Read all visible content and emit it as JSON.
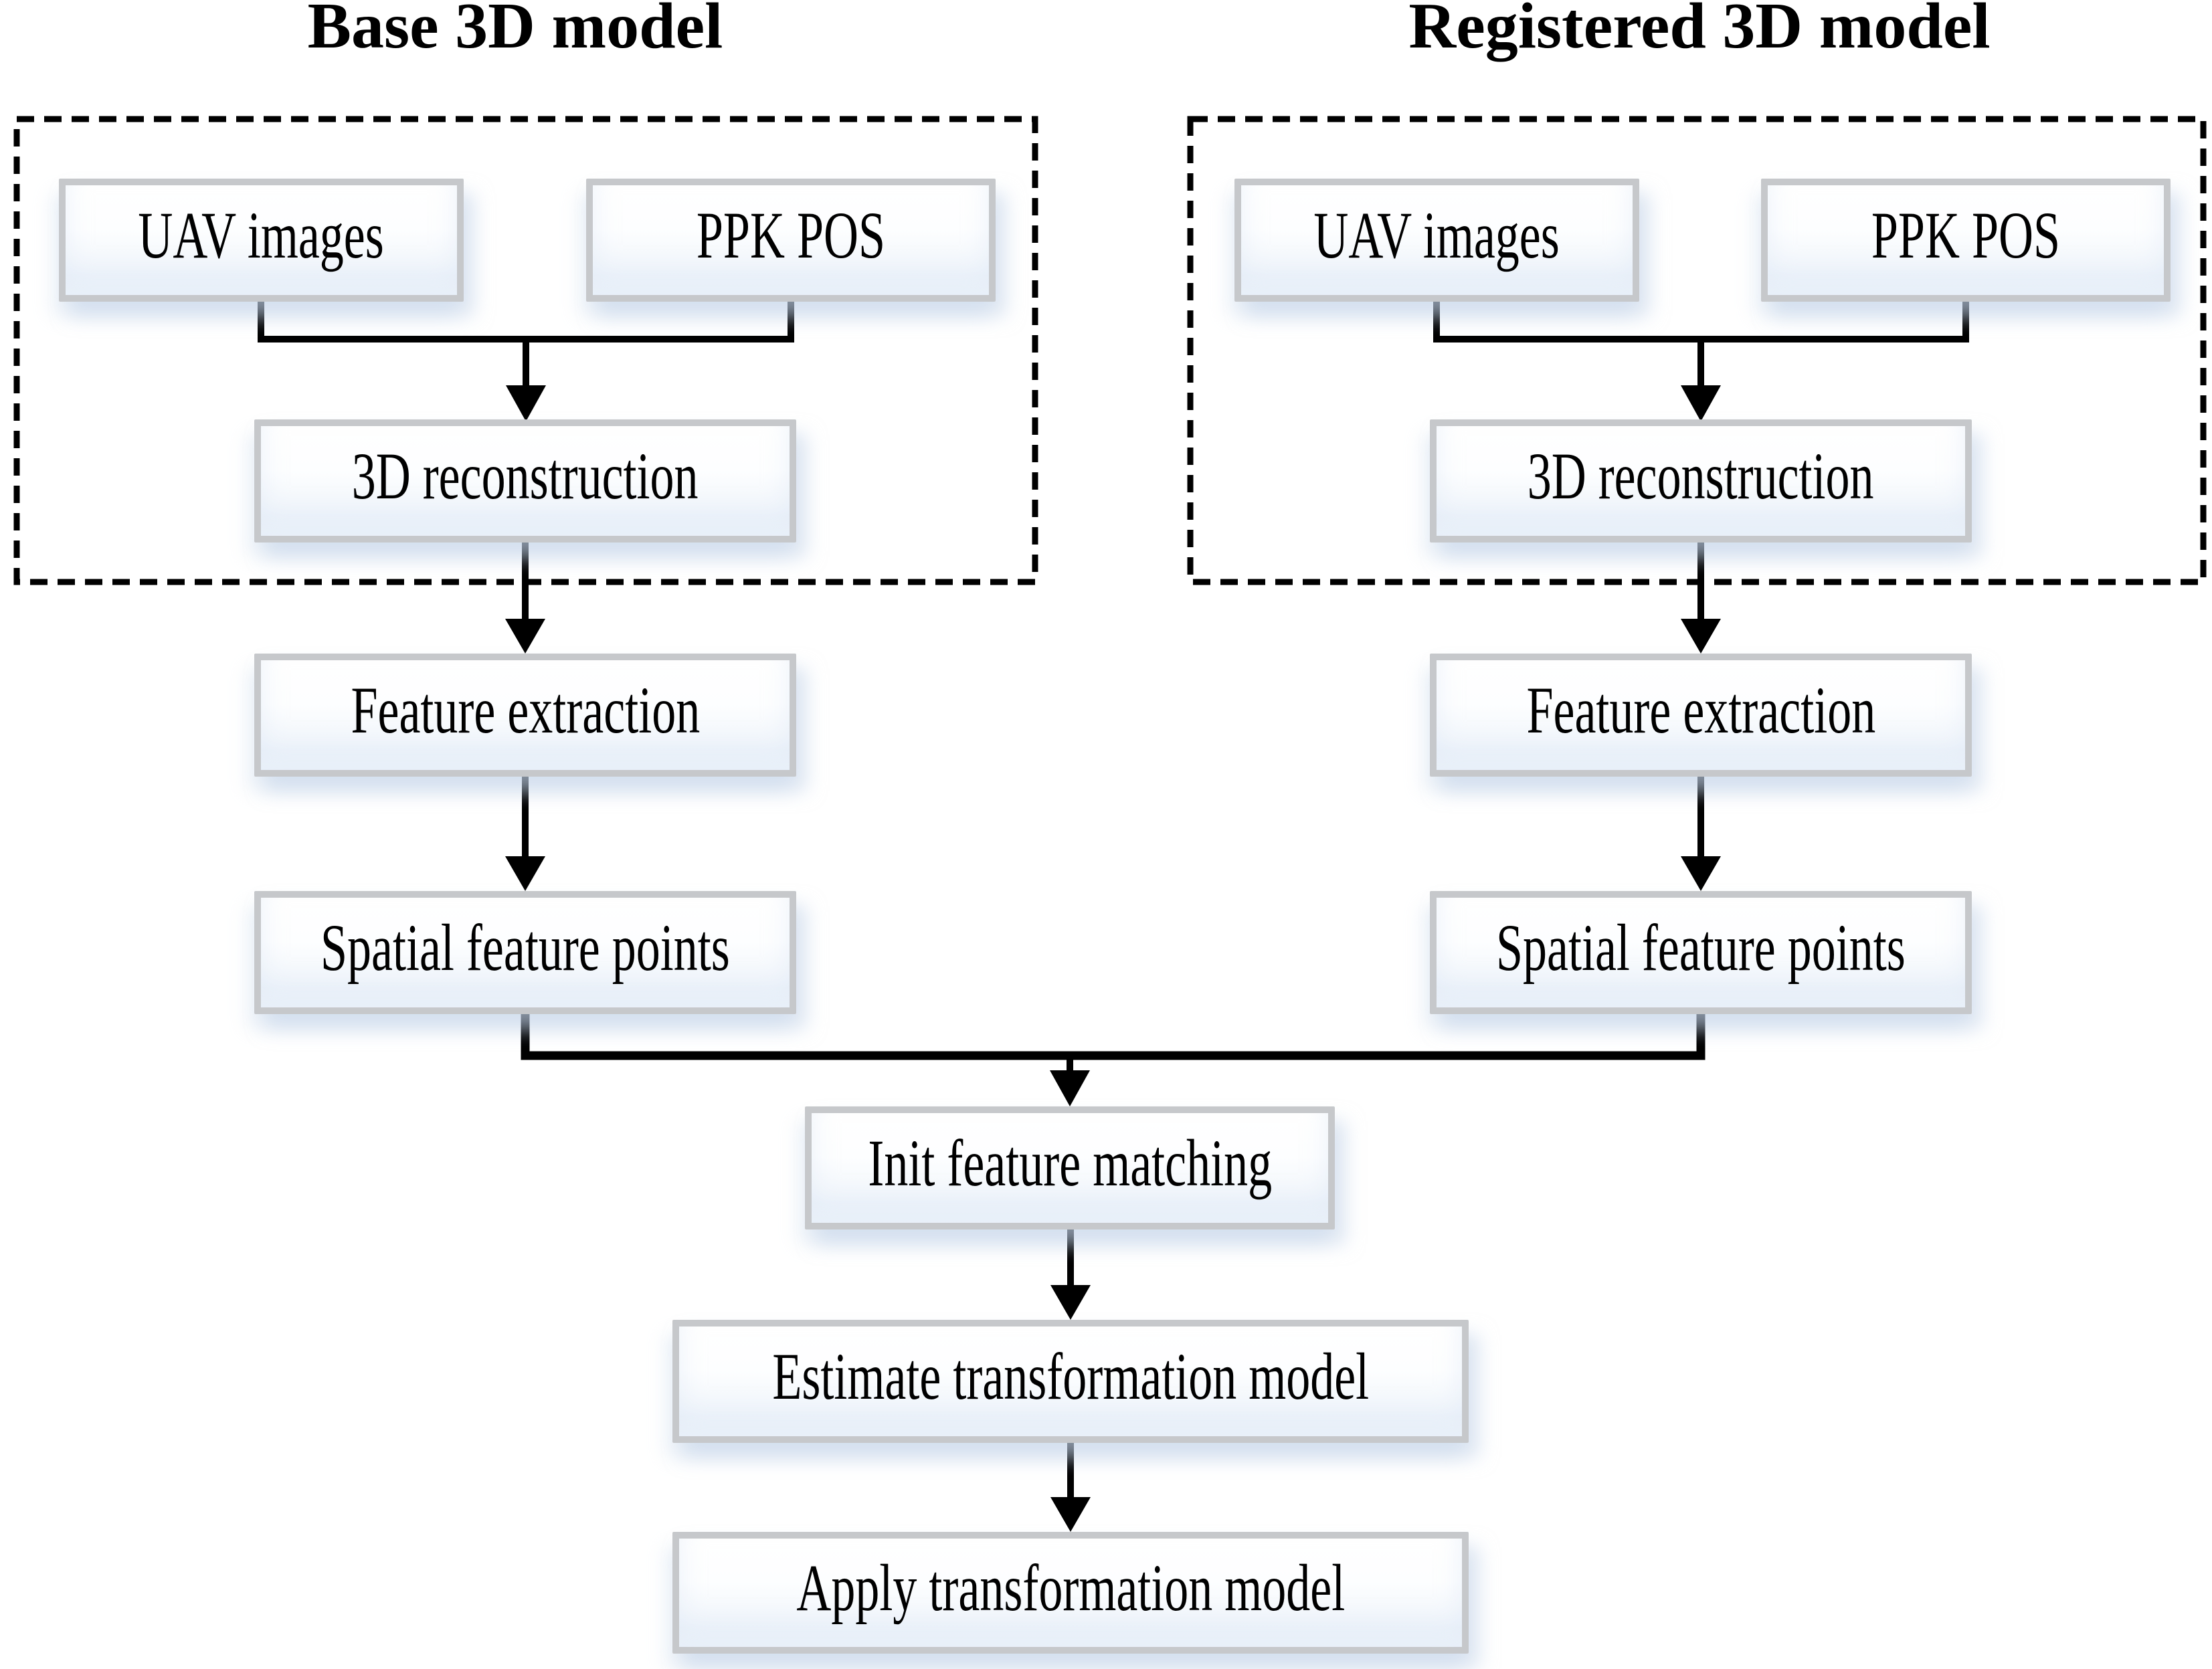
{
  "left_group": {
    "title": "Base 3D model",
    "uav_images": "UAV images",
    "ppk_pos": "PPK POS",
    "reconstruction": "3D reconstruction",
    "feature_extraction": "Feature extraction",
    "spatial_points": "Spatial feature points"
  },
  "right_group": {
    "title": "Registered 3D model",
    "uav_images": "UAV images",
    "ppk_pos": "PPK POS",
    "reconstruction": "3D reconstruction",
    "feature_extraction": "Feature extraction",
    "spatial_points": "Spatial feature points"
  },
  "merge_flow": {
    "init_matching": "Init feature matching",
    "estimate_model": "Estimate transformation model",
    "apply_model": "Apply transformation model"
  },
  "colors": {
    "background": "#ffffff",
    "text": "#000000",
    "line": "#000000",
    "box_border": "#c6c8cb",
    "box_fill_top": "#ffffff",
    "box_fill_bottom": "#f0f5fb",
    "box_shadow": "#c1d2e8"
  }
}
